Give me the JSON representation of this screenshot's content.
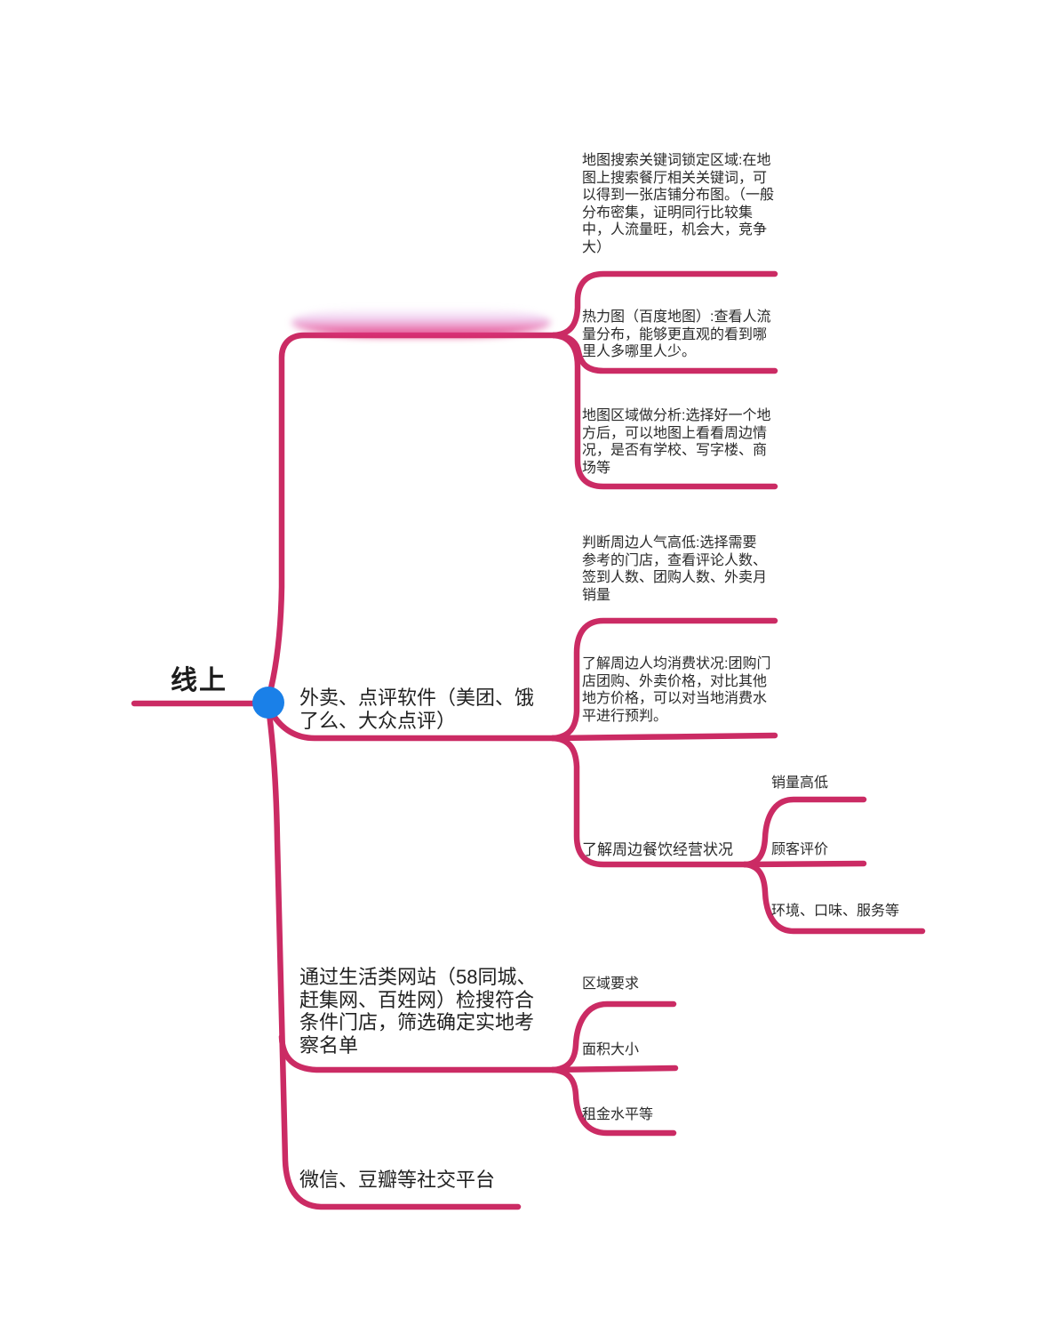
{
  "colors": {
    "branch_line": "#cb2b64",
    "root_node_fill": "#1a80e8",
    "text": "#262626"
  },
  "mindmap": {
    "root": {
      "label": "线上"
    },
    "branches": [
      {
        "label_blurred": true,
        "children": [
          {
            "label": "地图搜索关键词锁定区域:在地图上搜索餐厅相关关键词，可以得到一张店铺分布图。（一般分布密集，证明同行比较集中，人流量旺，机会大，竞争大）"
          },
          {
            "label": "热力图（百度地图）:查看人流量分布，能够更直观的看到哪里人多哪里人少。"
          },
          {
            "label": "地图区域做分析:选择好一个地方后，可以地图上看看周边情况，是否有学校、写字楼、商场等"
          }
        ]
      },
      {
        "label": "外卖、点评软件（美团、饿了么、大众点评）",
        "children": [
          {
            "label": "判断周边人气高低:选择需要参考的门店，查看评论人数、签到人数、团购人数、外卖月销量"
          },
          {
            "label": "了解周边人均消费状况:团购门店团购、外卖价格，对比其他地方价格，可以对当地消费水平进行预判。"
          },
          {
            "label": "了解周边餐饮经营状况",
            "children": [
              {
                "label": "销量高低"
              },
              {
                "label": "顾客评价"
              },
              {
                "label": "环境、口味、服务等"
              }
            ]
          }
        ]
      },
      {
        "label": "通过生活类网站（58同城、赶集网、百姓网）检搜符合条件门店，筛选确定实地考察名单",
        "children": [
          {
            "label": "区域要求"
          },
          {
            "label": "面积大小"
          },
          {
            "label": "租金水平等"
          }
        ]
      },
      {
        "label": "微信、豆瓣等社交平台",
        "children": []
      }
    ]
  }
}
